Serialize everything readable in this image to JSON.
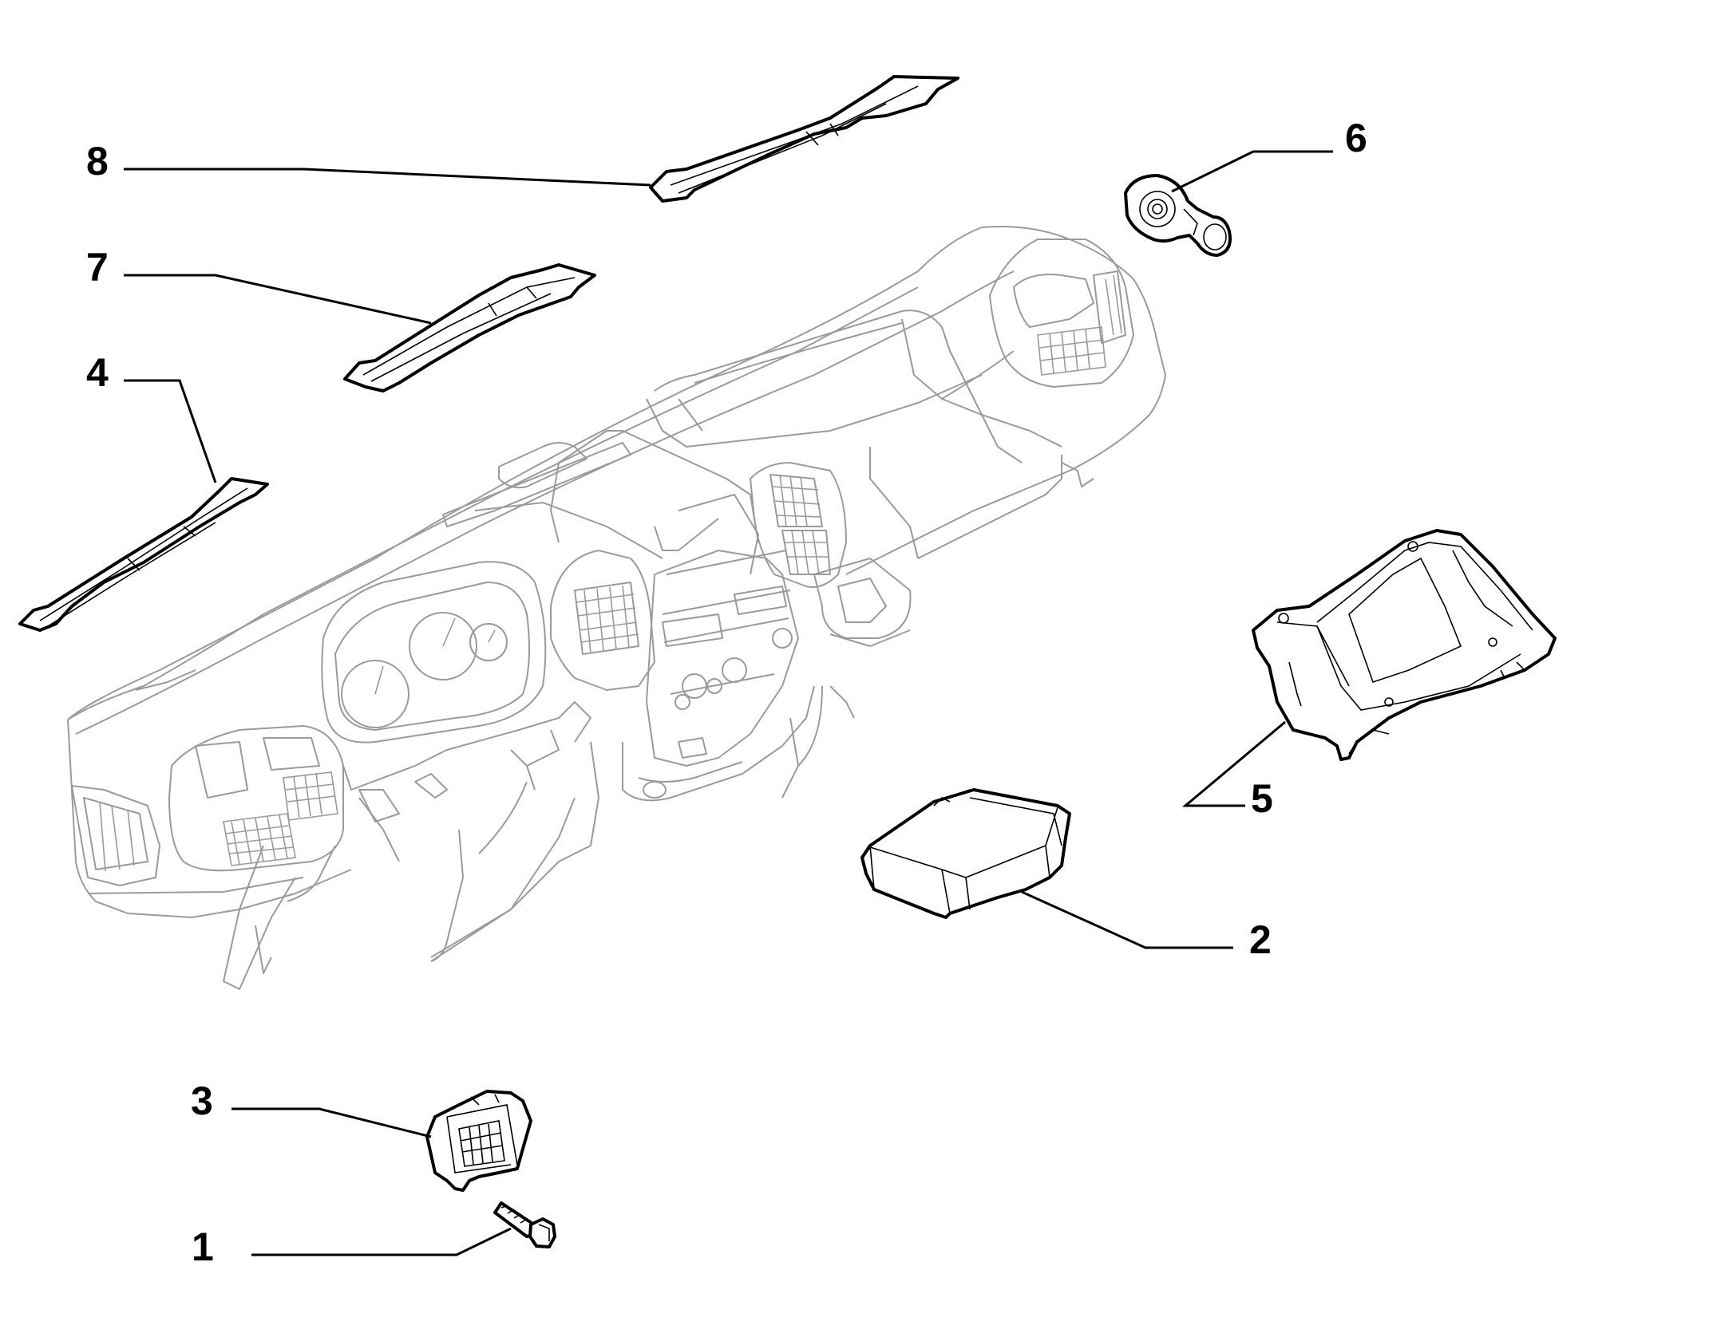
{
  "diagram": {
    "background_color": "#ffffff",
    "line_color": "#000000",
    "ghost_line_color": "#9a9a9a",
    "parts": [
      {
        "id": "8",
        "label": "8",
        "icon": "long-trim-panel-icon"
      },
      {
        "id": "7",
        "label": "7",
        "icon": "trim-panel-icon"
      },
      {
        "id": "4",
        "label": "4",
        "icon": "side-trim-panel-icon"
      },
      {
        "id": "6",
        "label": "6",
        "icon": "grommet-icon"
      },
      {
        "id": "5",
        "label": "5",
        "icon": "glovebox-icon"
      },
      {
        "id": "2",
        "label": "2",
        "icon": "storage-tray-icon"
      },
      {
        "id": "3",
        "label": "3",
        "icon": "vent-housing-icon"
      },
      {
        "id": "1",
        "label": "1",
        "icon": "bolt-icon"
      }
    ]
  }
}
